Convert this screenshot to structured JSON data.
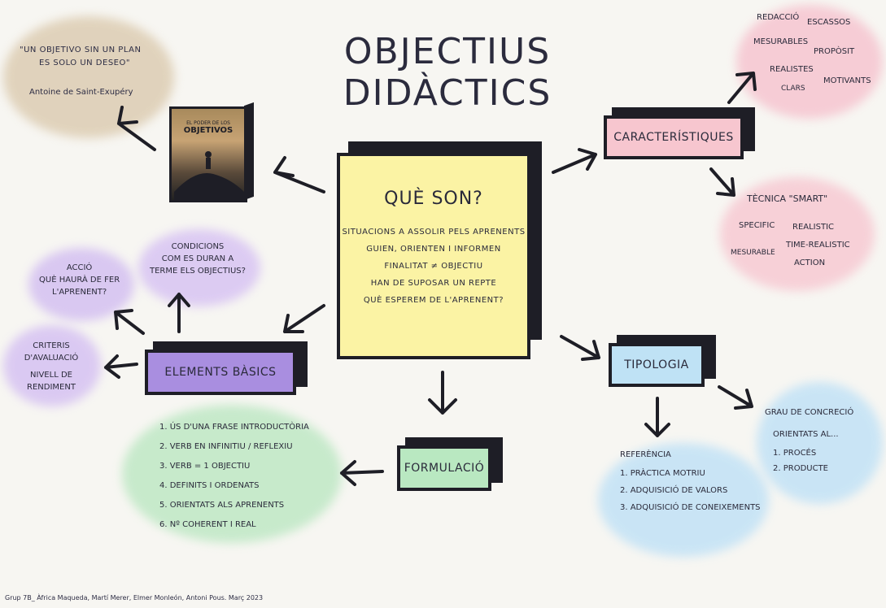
{
  "title": "OBJECTIUS DIDÀCTICS",
  "quote": {
    "line1": "\"UN OBJETIVO SIN UN PLAN",
    "line2": "ES SOLO UN DESEO\"",
    "author": "Antoine de Saint-Exupéry"
  },
  "book": {
    "line1": "EL PODER DE LOS",
    "line2": "OBJETIVOS"
  },
  "center": {
    "heading": "QUÈ SON?",
    "lines": [
      "SITUACIONS A ASSOLIR PELS APRENENTS",
      "GUIEN, ORIENTEN I INFORMEN",
      "FINALITAT ≠ OBJECTIU",
      "HAN DE SUPOSAR UN REPTE",
      "QUÈ ESPEREM DE L'APRENENT?"
    ]
  },
  "caracteristiques": {
    "label": "CARACTERÍSTIQUES",
    "words": [
      "REDACCIÓ",
      "ESCASSOS",
      "MESURABLES",
      "PROPÒSIT",
      "REALISTES",
      "MOTIVANTS",
      "CLARS"
    ]
  },
  "smart": {
    "title": "TÈCNICA \"SMART\"",
    "words": [
      "SPECIFIC",
      "REALISTIC",
      "MESURABLE",
      "TIME-REALISTIC",
      "ACTION"
    ]
  },
  "elements": {
    "label": "ELEMENTS BÀSICS",
    "condicions": [
      "CONDICIONS",
      "COM ES DURAN A",
      "TERME ELS OBJECTIUS?"
    ],
    "accio": [
      "ACCIÓ",
      "QUÈ HAURÀ DE FER",
      "L'APRENENT?"
    ],
    "criteris": [
      "CRITERIS D'AVALUACIÓ",
      "NIVELL DE",
      "RENDIMENT"
    ]
  },
  "formulacio": {
    "label": "FORMULACIÓ",
    "items": [
      "1. ÚS D'UNA FRASE INTRODUCTÒRIA",
      "2. VERB EN INFINITIU / REFLEXIU",
      "3. VERB = 1 OBJECTIU",
      "4. DEFINITS I ORDENATS",
      "5. ORIENTATS ALS APRENENTS",
      "6. Nº COHERENT I REAL"
    ]
  },
  "tipologia": {
    "label": "TIPOLOGIA",
    "concrecio": [
      "GRAU DE CONCRECIÓ",
      "ORIENTATS AL...",
      "1. PROCÉS",
      "2. PRODUCTE"
    ],
    "referencia": [
      "REFERÈNCIA",
      "1. PRÀCTICA MOTRIU",
      "2. ADQUISICIÓ DE VALORS",
      "3. ADQUISICIÓ DE CONEIXEMENTS"
    ]
  },
  "credits": "Grup 7B_ Àfrica Maqueda, Martí Merer, Elmer Monleón, Antoni Pous. Març 2023",
  "colors": {
    "center": "#fbf3a4",
    "pink": "#f7c6cf",
    "purple": "#a98ee0",
    "green": "#b9e8c1",
    "blue": "#bfe2f5",
    "brown": "#d8c4a6",
    "ink": "#1e1e26"
  }
}
